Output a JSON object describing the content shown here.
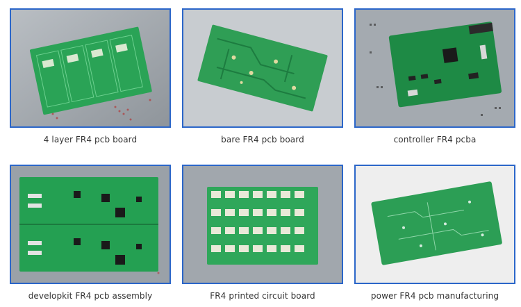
{
  "gallery": {
    "items": [
      {
        "caption": "4 layer FR4 pcb board",
        "image": "pcb-photo"
      },
      {
        "caption": "bare FR4 pcb board",
        "image": "pcb-photo"
      },
      {
        "caption": "controller FR4 pcba",
        "image": "pcb-photo"
      },
      {
        "caption": "developkit FR4 pcb assembly",
        "image": "pcb-photo"
      },
      {
        "caption": "FR4 printed circuit board",
        "image": "pcb-photo"
      },
      {
        "caption": "power FR4 pcb manufacturing",
        "image": "pcb-photo"
      }
    ]
  },
  "colors": {
    "frame_border": "#2b66c9",
    "pcb_green": "#1f9a4a",
    "metal_bg": "#a7adb3"
  }
}
